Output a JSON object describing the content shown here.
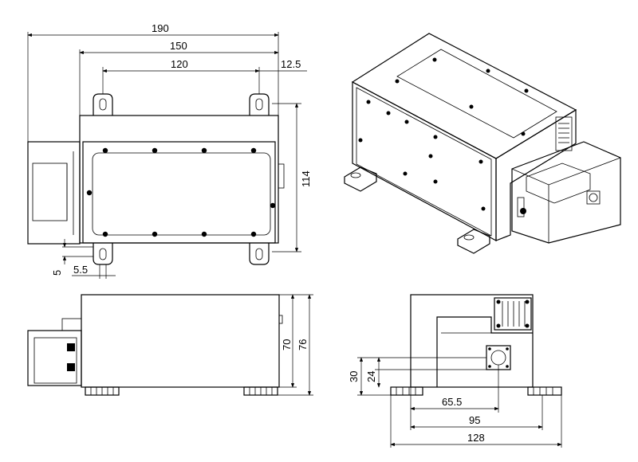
{
  "drawing": {
    "views": [
      "top-view",
      "isometric-view",
      "front-view",
      "side-view"
    ],
    "dimensions": {
      "top": {
        "overall_length": "190",
        "body_length": "150",
        "mount_hole_spacing": "120",
        "hole_offset": "12.5",
        "body_width": "114",
        "tab_offset": "5",
        "tab_width": "5.5"
      },
      "front": {
        "body_height": "70",
        "overall_height": "76"
      },
      "side": {
        "connector_height_base": "30",
        "connector_height": "24",
        "connector_offset": "65.5",
        "mount_hole_spacing": "95",
        "overall_width": "128"
      }
    }
  }
}
